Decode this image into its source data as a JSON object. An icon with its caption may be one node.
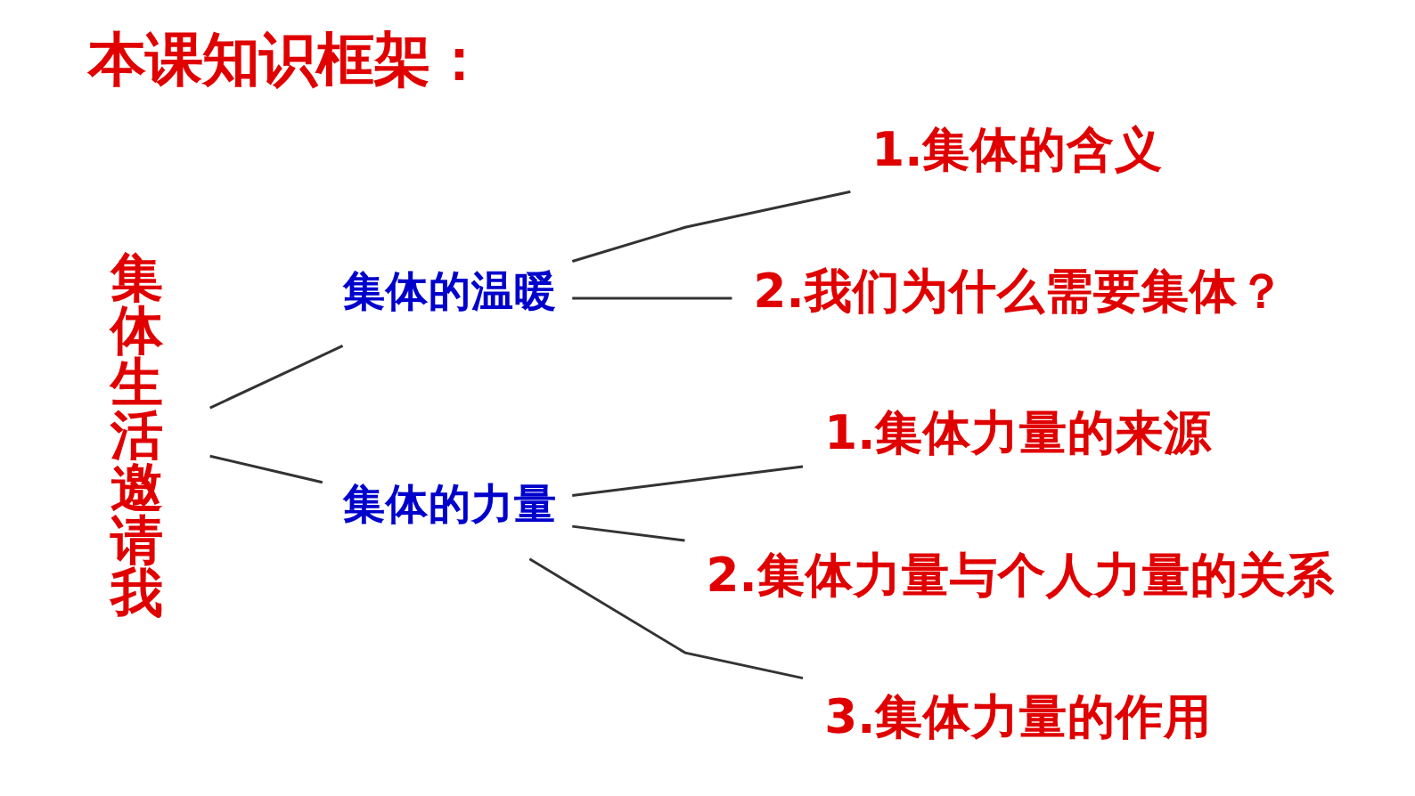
{
  "diagram": {
    "title": "本课知识框架：",
    "nodes": [
      {
        "text": [
          "集体生活邀请我"
        ]
      },
      {
        "text": [
          "集体的温暖"
        ]
      },
      {
        "text": [
          "1.集体的含义"
        ]
      },
      {
        "text": [
          "2.我们为什么需要集体？"
        ]
      },
      {
        "text": [
          "集体的力量"
        ]
      },
      {
        "text": [
          "1.集体力量的来源"
        ]
      },
      {
        "text": [
          "2.集体力量与个人力量的关系"
        ]
      },
      {
        "text": [
          "3.集体力量的作用"
        ]
      }
    ],
    "edges": [
      {
        "from": 0,
        "to": 1,
        "arrow": "none"
      },
      {
        "from": 0,
        "to": 4,
        "arrow": "none"
      },
      {
        "from": 1,
        "to": 2,
        "arrow": "none"
      },
      {
        "from": 1,
        "to": 3,
        "arrow": "none"
      },
      {
        "from": 4,
        "to": 5,
        "arrow": "none"
      },
      {
        "from": 4,
        "to": 6,
        "arrow": "none"
      },
      {
        "from": 4,
        "to": 7,
        "arrow": "none"
      }
    ]
  }
}
